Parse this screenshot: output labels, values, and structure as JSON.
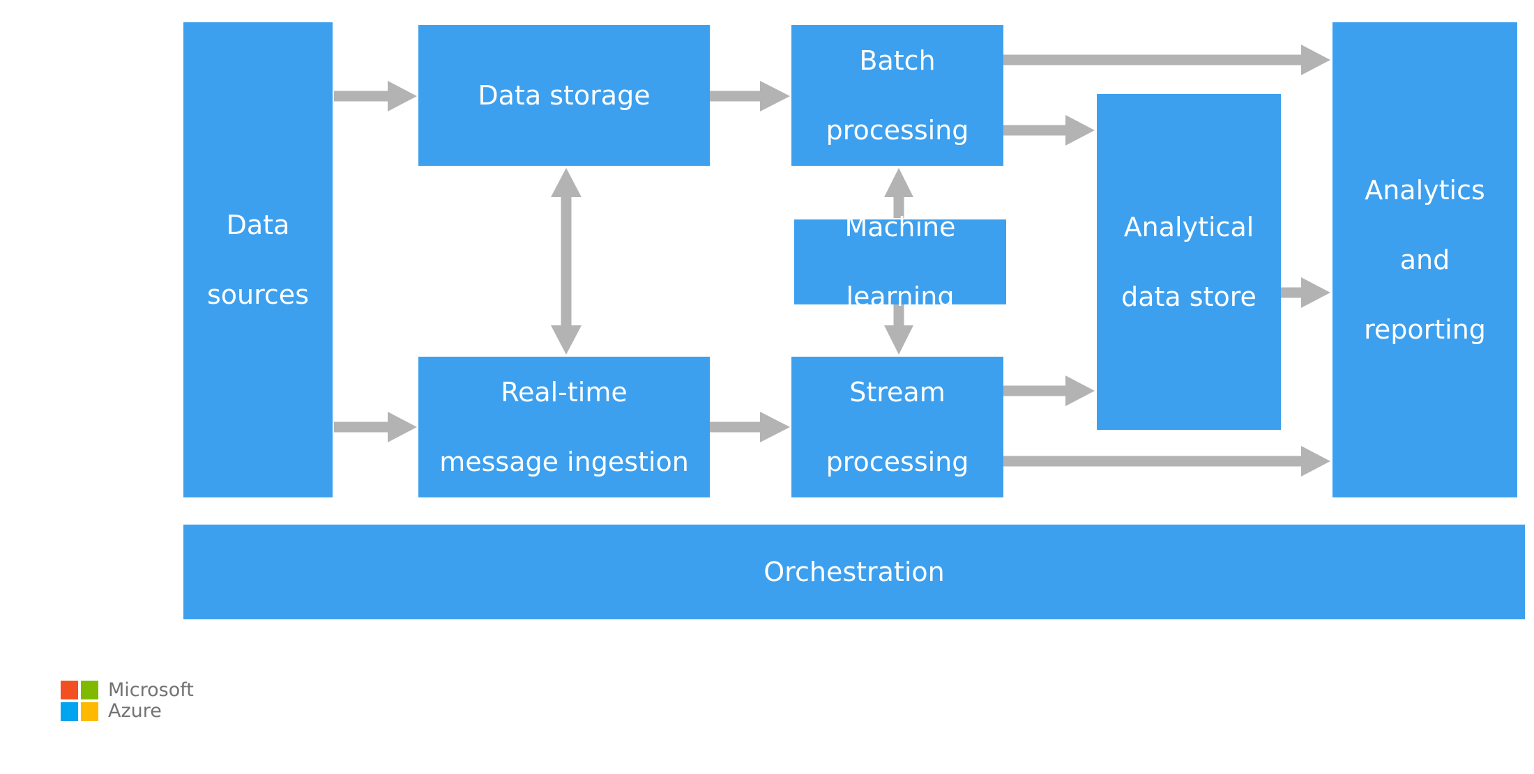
{
  "nodes": {
    "data_sources": [
      "Data",
      "sources"
    ],
    "data_storage": [
      "Data storage"
    ],
    "batch_processing": [
      "Batch",
      "processing"
    ],
    "machine_learning": [
      "Machine",
      "learning"
    ],
    "realtime_ingestion": [
      "Real-time",
      "message ingestion"
    ],
    "stream_processing": [
      "Stream",
      "processing"
    ],
    "analytical_store": [
      "Analytical",
      "data store"
    ],
    "analytics_reporting": [
      "Analytics",
      "and",
      "reporting"
    ],
    "orchestration": [
      "Orchestration"
    ]
  },
  "edges": [
    {
      "from": "data_sources",
      "to": "data_storage"
    },
    {
      "from": "data_sources",
      "to": "realtime_ingestion"
    },
    {
      "from": "data_storage",
      "to": "batch_processing"
    },
    {
      "from": "realtime_ingestion",
      "to": "stream_processing"
    },
    {
      "from": "data_storage",
      "to": "realtime_ingestion",
      "bidirectional": true
    },
    {
      "from": "machine_learning",
      "to": "batch_processing"
    },
    {
      "from": "machine_learning",
      "to": "stream_processing"
    },
    {
      "from": "batch_processing",
      "to": "analytics_reporting"
    },
    {
      "from": "batch_processing",
      "to": "analytical_store"
    },
    {
      "from": "stream_processing",
      "to": "analytical_store"
    },
    {
      "from": "stream_processing",
      "to": "analytics_reporting"
    },
    {
      "from": "analytical_store",
      "to": "analytics_reporting"
    }
  ],
  "brand": {
    "line1": "Microsoft",
    "line2": "Azure"
  },
  "colors": {
    "node_fill": "#3da0ef",
    "node_text": "#ffffff",
    "arrow": "#b3b3b3",
    "brand_text": "#737373"
  }
}
